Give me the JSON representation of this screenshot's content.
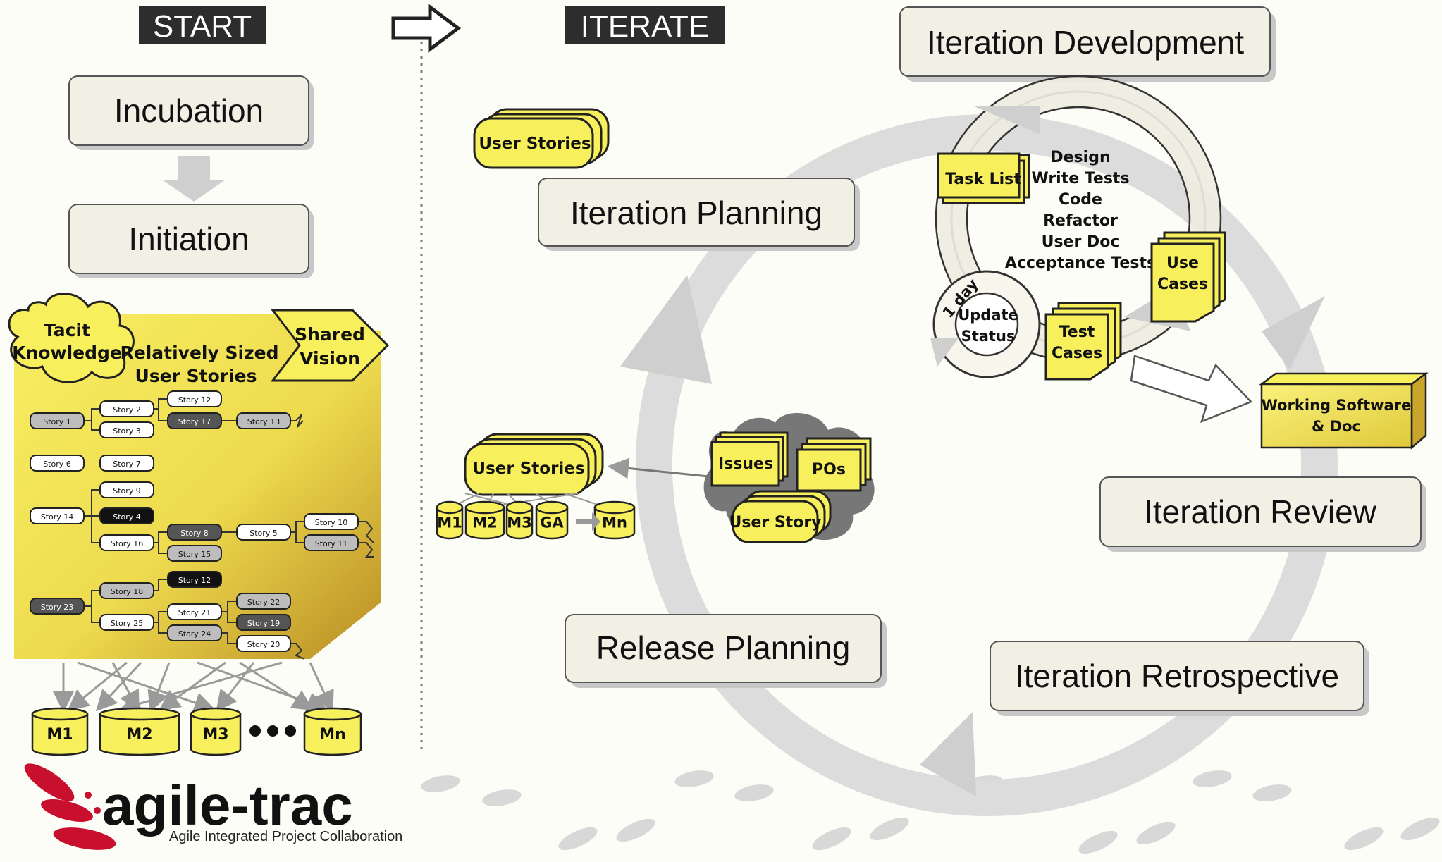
{
  "headers": {
    "start": "START",
    "iterate": "ITERATE"
  },
  "phases": {
    "incubation": "Incubation",
    "initiation": "Initiation",
    "iteration_planning": "Iteration Planning",
    "iteration_development": "Iteration Development",
    "iteration_review": "Iteration Review",
    "iteration_retrospective": "Iteration Retrospective",
    "release_planning": "Release Planning"
  },
  "incubation_area": {
    "tacit_line1": "Tacit",
    "tacit_line2": "Knowledge",
    "sized_line1": "Relatively Sized",
    "sized_line2": "User Stories",
    "vision_line1": "Shared",
    "vision_line2": "Vision",
    "stories": [
      "Story 1",
      "Story 2",
      "Story 3",
      "Story 12",
      "Story 17",
      "Story 13",
      "Story 6",
      "Story 7",
      "Story 9",
      "Story 14",
      "Story 4",
      "Story 16",
      "Story 8",
      "Story 15",
      "Story 5",
      "Story 10",
      "Story 11",
      "Story 18",
      "Story 12",
      "Story 23",
      "Story 25",
      "Story 21",
      "Story 24",
      "Story 22",
      "Story 19",
      "Story 20"
    ],
    "milestones": [
      "M1",
      "M2",
      "M3",
      "Mn"
    ]
  },
  "iterate_area": {
    "user_stories_top": "User Stories",
    "user_stories_release": "User Stories",
    "release_milestones": [
      "M1",
      "M2",
      "M3",
      "GA",
      "Mn"
    ],
    "issues": "Issues",
    "pos": "POs",
    "user_story": "User Story",
    "task_list": "Task List",
    "dev_tasks": [
      "Design",
      "Write Tests",
      "Code",
      "Refactor",
      "User Doc",
      "Acceptance Tests"
    ],
    "use_cases_line1": "Use",
    "use_cases_line2": "Cases",
    "test_cases_line1": "Test",
    "test_cases_line2": "Cases",
    "one_day": "1 day",
    "update_line1": "Update",
    "update_line2": "Status",
    "working_line1": "Working Software",
    "working_line2": "& Doc"
  },
  "logo": {
    "name": "agile-trac",
    "tagline": "Agile Integrated Project Collaboration"
  },
  "colors": {
    "sticky": "#f7ef5c",
    "box": "#f2f0e4",
    "header_bg": "#2d2d2d",
    "cycle": "#dcdcdc",
    "logo_red": "#c8102e"
  }
}
